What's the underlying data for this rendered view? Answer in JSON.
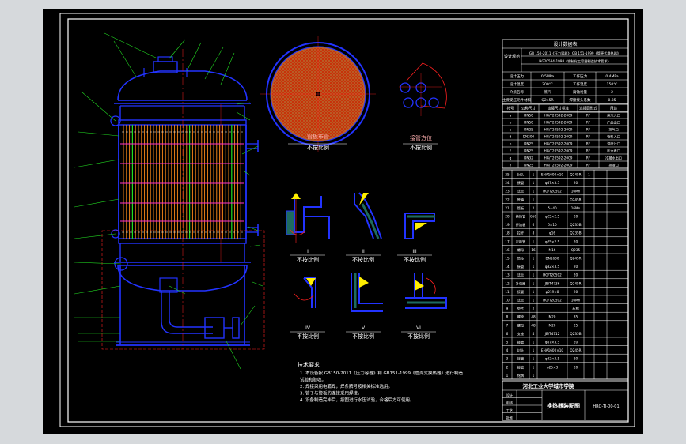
{
  "drawing": {
    "title": "",
    "sheet_frame_color": "#ffffff",
    "vessel_color": "#2233ff",
    "tube_color": "#ff8c1a",
    "highlight_tube_color": "#22dd22",
    "baffle_color": "#ff33cc",
    "leader_color": "#22dd22",
    "hatch_color": "#cc2200"
  },
  "views": {
    "tubesheet_label": "管板布管",
    "tubesheet_scale": "不按比例",
    "nozzle_label": "接管方位",
    "details": [
      {
        "numeral": "I",
        "scale": "不按比例"
      },
      {
        "numeral": "II",
        "scale": "不按比例"
      },
      {
        "numeral": "III",
        "scale": "不按比例"
      },
      {
        "numeral": "IV",
        "scale": "不按比例"
      },
      {
        "numeral": "V",
        "scale": "不按比例"
      },
      {
        "numeral": "VI",
        "scale": "不按比例"
      }
    ]
  },
  "notes": {
    "heading": "技术要求",
    "lines": [
      "1. 本设备按 GB150-2011《压力容器》和 GB151-1999《管壳式换热器》进行制造、",
      "   试验和验收。",
      "2. 焊接采用电弧焊，焊条牌号按相关标准选用。",
      "3. 管子与管板的连接采用焊接。",
      "4. 设备制造完毕后，按图进行水压试验，合格后方可使用。"
    ]
  },
  "spec_table": {
    "header": "设计数据表",
    "standard_label": "设计规范",
    "standards": [
      "GB 150-2011《压力容器》 GB 151-1999《管壳式换热器》",
      "HG20584-1998《钢制化工容器制造技术要求》"
    ],
    "rows": [
      [
        "设计压力",
        "0.5MPa",
        "工作压力",
        "0.4MPa"
      ],
      [
        "设计温度",
        "200℃",
        "工作温度",
        "150℃"
      ],
      [
        "介质名称",
        "蒸汽",
        "腐蚀裕量",
        "2"
      ],
      [
        "主要受压元件材料",
        "Q245R",
        "焊接接头系数",
        "0.85"
      ]
    ]
  },
  "nozzle_table": {
    "columns": [
      "符号",
      "公称尺寸",
      "连接尺寸标准",
      "连接面形式",
      "用途"
    ],
    "rows": [
      [
        "a",
        "DN50",
        "HG/T20592-2009",
        "RF",
        "蒸汽入口"
      ],
      [
        "b",
        "DN50",
        "HG/T20592-2009",
        "RF",
        "产品出口"
      ],
      [
        "c",
        "DN25",
        "HG/T20592-2009",
        "RF",
        "排气口"
      ],
      [
        "d",
        "DN200",
        "HG/T20592-2009",
        "RF",
        "物料入口"
      ],
      [
        "e",
        "DN25",
        "HG/T20592-2009",
        "RF",
        "温度计口"
      ],
      [
        "f",
        "DN25",
        "HG/T20592-2009",
        "RF",
        "压力表口"
      ],
      [
        "g",
        "DN32",
        "HG/T20592-2009",
        "RF",
        "冷凝水出口"
      ],
      [
        "h",
        "DN25",
        "HG/T20592-2009",
        "RF",
        "排液口"
      ]
    ]
  },
  "bom": {
    "rows": [
      [
        "25",
        "封头",
        "1",
        "EHA1600×10",
        "Q245R",
        "1",
        "",
        ""
      ],
      [
        "24",
        "接管",
        "1",
        "φ57×3.5",
        "20",
        "",
        "",
        ""
      ],
      [
        "23",
        "法兰",
        "1",
        "HG/T20592",
        "16Mn",
        "",
        "",
        ""
      ],
      [
        "22",
        "管箱",
        "1",
        "",
        "Q245R",
        "",
        "",
        ""
      ],
      [
        "21",
        "管板",
        "2",
        "δ=40",
        "16Mn",
        "",
        "",
        ""
      ],
      [
        "20",
        "换热管",
        "656",
        "φ25×2.5",
        "20",
        "",
        "",
        ""
      ],
      [
        "19",
        "折流板",
        "6",
        "δ=10",
        "Q235B",
        "",
        "",
        ""
      ],
      [
        "18",
        "拉杆",
        "8",
        "φ16",
        "Q235B",
        "",
        "",
        ""
      ],
      [
        "17",
        "定距管",
        "1",
        "φ25×2.5",
        "20",
        "",
        "",
        ""
      ],
      [
        "16",
        "螺母",
        "16",
        "M16",
        "Q235",
        "",
        "",
        ""
      ],
      [
        "15",
        "筒体",
        "1",
        "DN1600",
        "Q245R",
        "",
        "",
        ""
      ],
      [
        "14",
        "接管",
        "1",
        "φ32×3.5",
        "20",
        "",
        "",
        ""
      ],
      [
        "13",
        "法兰",
        "1",
        "HG/T20592",
        "20",
        "",
        "",
        ""
      ],
      [
        "12",
        "补强圈",
        "1",
        "JB/T4736",
        "Q245R",
        "",
        "",
        ""
      ],
      [
        "11",
        "接管",
        "1",
        "φ219×8",
        "20",
        "",
        "",
        ""
      ],
      [
        "10",
        "法兰",
        "1",
        "HG/T20592",
        "16Mn",
        "",
        "",
        ""
      ],
      [
        "9",
        "垫片",
        "2",
        "",
        "石棉",
        "",
        "",
        ""
      ],
      [
        "8",
        "螺栓",
        "48",
        "M20",
        "35",
        "",
        "",
        ""
      ],
      [
        "7",
        "螺母",
        "48",
        "M20",
        "25",
        "",
        "",
        ""
      ],
      [
        "6",
        "支座",
        "4",
        "JB/T4712",
        "Q235B",
        "",
        "",
        ""
      ],
      [
        "5",
        "接管",
        "1",
        "φ57×3.5",
        "20",
        "",
        "",
        ""
      ],
      [
        "4",
        "封头",
        "1",
        "EHA1600×10",
        "Q245R",
        "",
        "",
        ""
      ],
      [
        "3",
        "接管",
        "1",
        "φ32×3.5",
        "20",
        "",
        "",
        ""
      ],
      [
        "2",
        "接管",
        "1",
        "φ25×3",
        "20",
        "",
        "",
        ""
      ],
      [
        "1",
        "铭牌",
        "1",
        "",
        "",
        "",
        "",
        ""
      ]
    ]
  },
  "title_block": {
    "school": "河北工业大学城市学院",
    "drawing_name": "换热器装配图",
    "drawing_no": "HRQ-TJ-00-01",
    "sign_rows": [
      "设计",
      "审核",
      "工艺",
      "批准"
    ]
  }
}
